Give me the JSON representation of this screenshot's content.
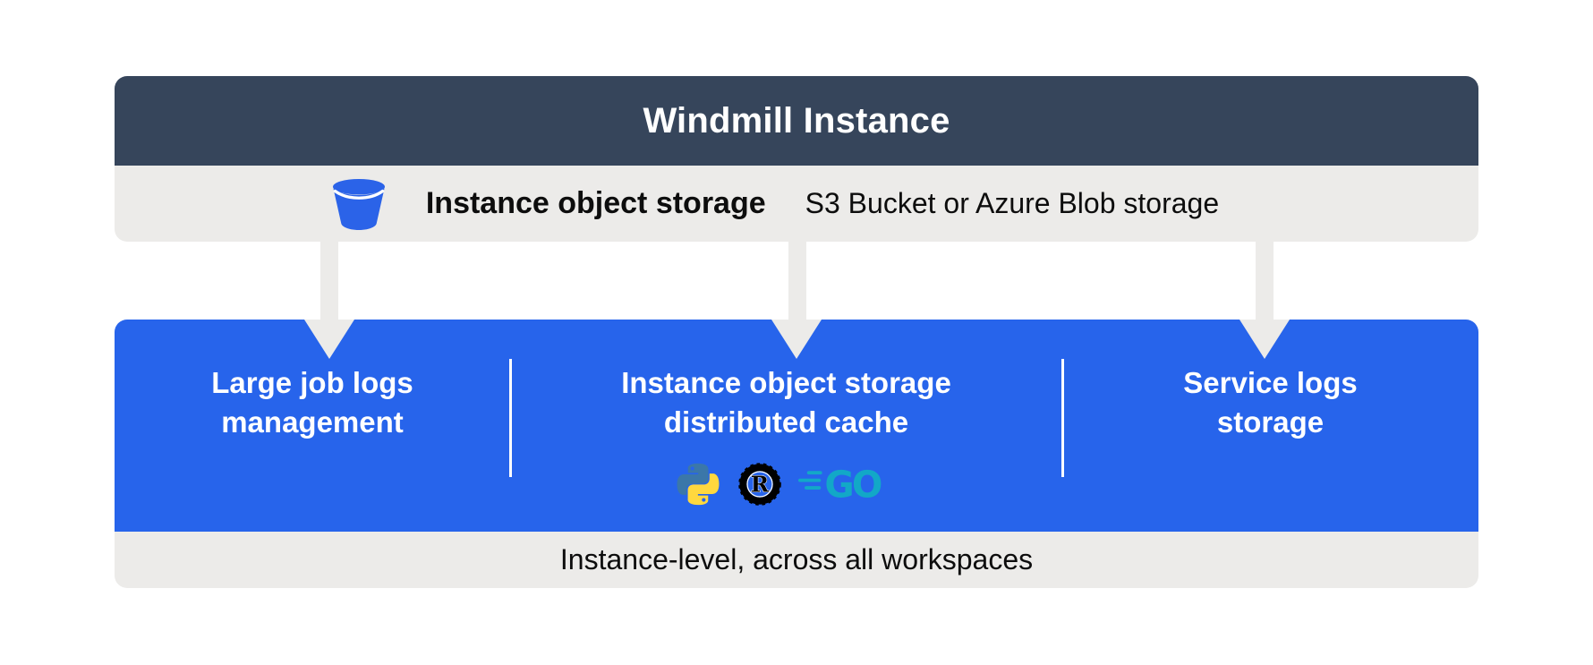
{
  "diagram": {
    "title": "Windmill Instance",
    "object_storage": {
      "icon": "bucket-icon",
      "label": "Instance object storage",
      "sublabel": "S3 Bucket or Azure Blob storage"
    },
    "sections": [
      {
        "lines": [
          "Large job logs",
          "management"
        ]
      },
      {
        "lines": [
          "Instance object storage",
          "distributed cache"
        ],
        "languages": [
          {
            "name": "Python",
            "icon": "python-logo-icon"
          },
          {
            "name": "Rust",
            "icon": "rust-logo-icon",
            "wordmark": "R"
          },
          {
            "name": "Go",
            "icon": "go-logo-icon",
            "wordmark": "GO"
          }
        ]
      },
      {
        "lines": [
          "Service logs",
          "storage"
        ]
      }
    ],
    "footer": "Instance-level, across all workspaces",
    "colors": {
      "header_bg": "#36455b",
      "bar_bg": "#ecebe9",
      "box_blue": "#2764eb",
      "bucket_blue": "#2b63e8",
      "python_blue": "#3b77a9",
      "python_yellow": "#ffd83e",
      "rust_black": "#000000",
      "go_teal": "#12a8c7",
      "title_text": "#ffffff",
      "body_text": "#0d0d0d"
    }
  }
}
